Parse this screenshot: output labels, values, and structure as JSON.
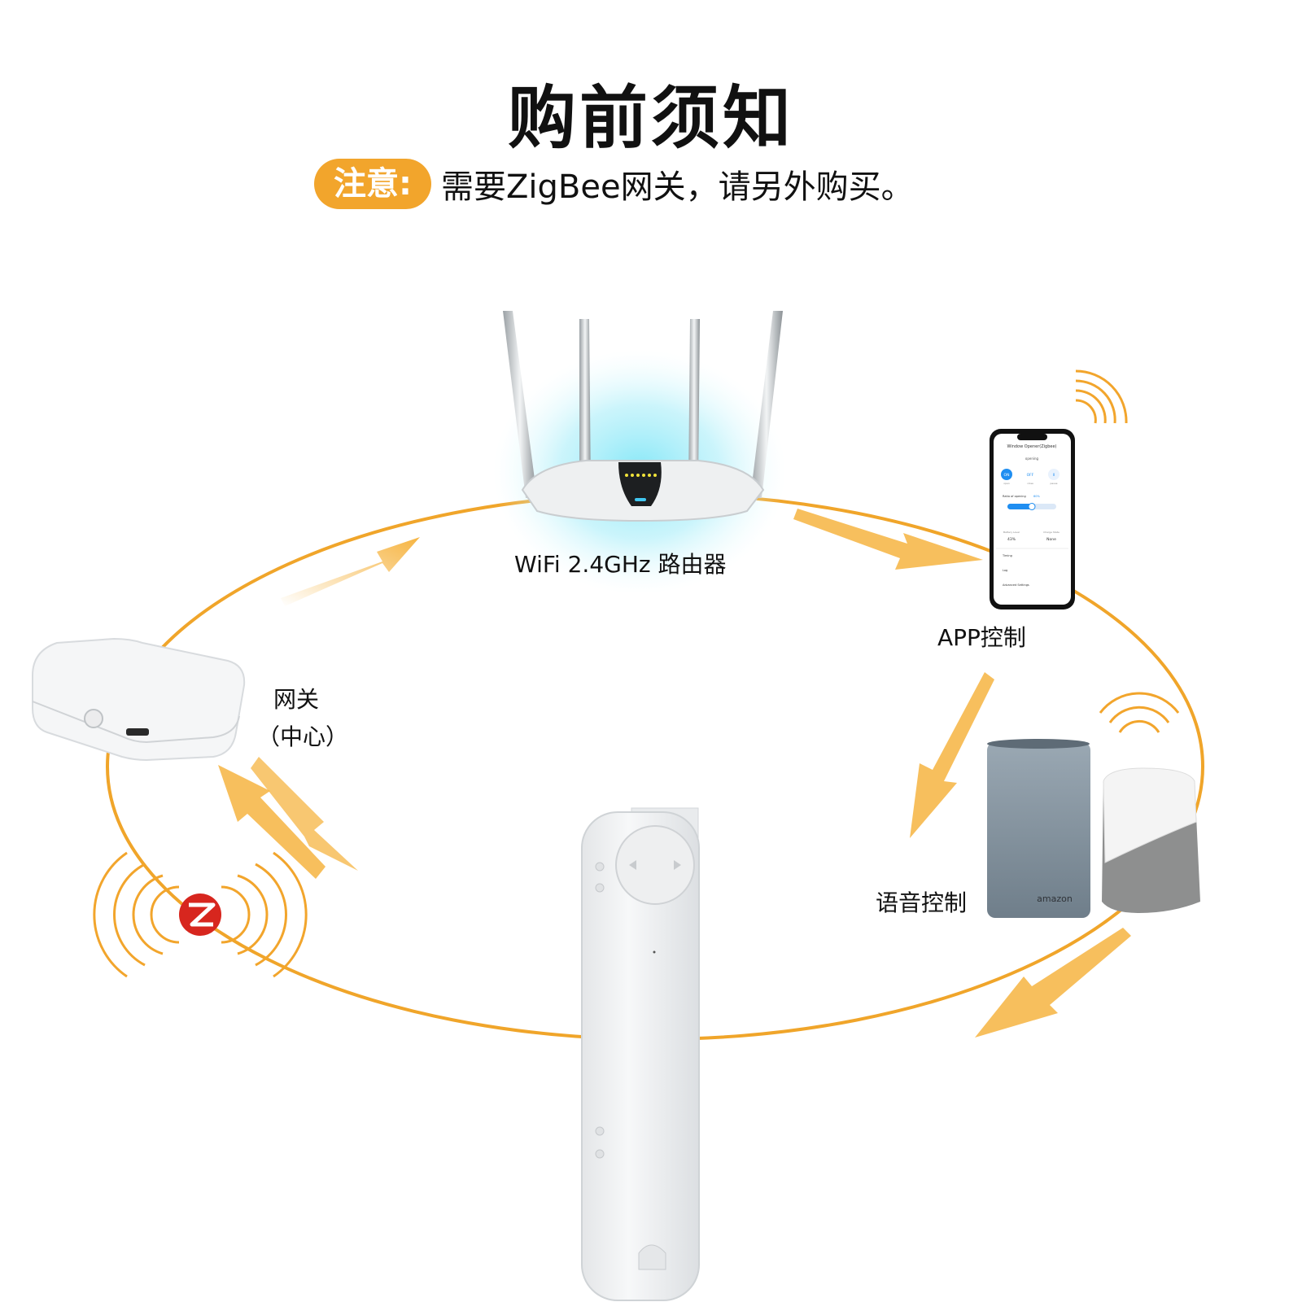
{
  "title": "购前须知",
  "notice": {
    "badge": "注意:",
    "text": "需要ZigBee网关，请另外购买。"
  },
  "labels": {
    "router": "WiFi 2.4GHz 路由器",
    "app": "APP控制",
    "gateway_line1": "网关",
    "gateway_line2": "（中心）",
    "voice": "语音控制"
  },
  "speaker_brand": "amazon",
  "app_screen": {
    "header": "Window Opener(Zigbee)",
    "status": "opening",
    "buttons": [
      "ON",
      "OFF",
      "II"
    ],
    "button_captions": [
      "open",
      "close",
      "pause"
    ],
    "ratio_label": "Ratio of opening",
    "ratio_value": "60%",
    "battery_label": "Battery Level",
    "battery_value": "43%",
    "charge_label": "Charge State",
    "charge_value": "None",
    "menu": [
      "Timing",
      "Log",
      "Advanced Settings"
    ]
  },
  "colors": {
    "accent": "#f2a52c",
    "ring": "#f0a52a",
    "zigbee_red": "#d7261e"
  },
  "icons": [
    "wifi-waves-icon",
    "zigbee-logo-icon",
    "arrow-icon"
  ]
}
